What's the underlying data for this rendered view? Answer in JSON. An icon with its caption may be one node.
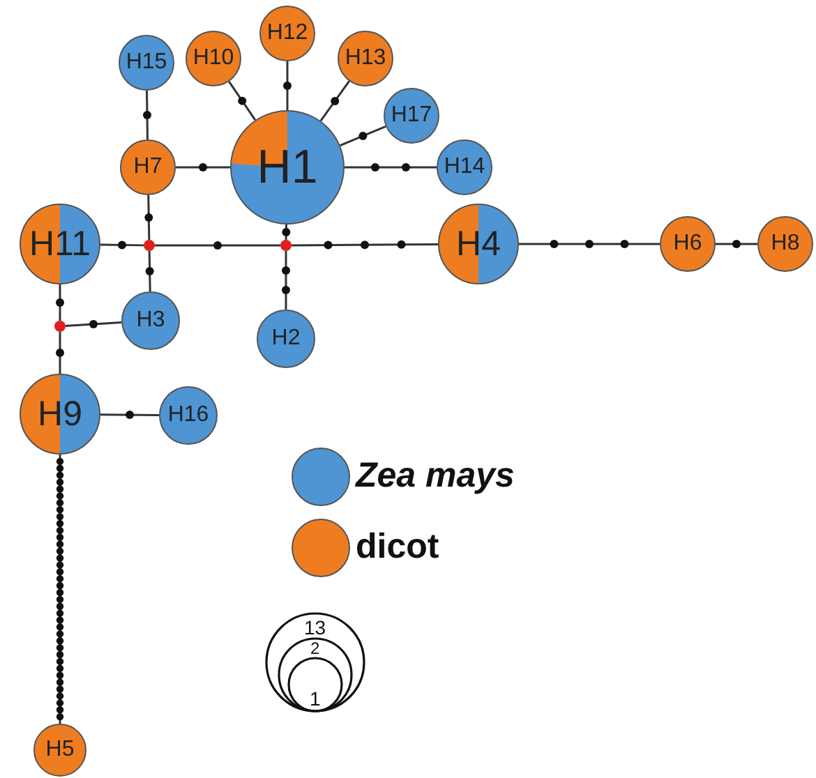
{
  "diagram": {
    "nodes": [
      {
        "text": [
          "H12"
        ]
      },
      {
        "text": [
          "H10"
        ]
      },
      {
        "text": [
          "H13"
        ]
      },
      {
        "text": [
          "H15"
        ]
      },
      {
        "text": [
          "H17"
        ]
      },
      {
        "text": [
          "H1"
        ]
      },
      {
        "text": [
          "H7"
        ]
      },
      {
        "text": [
          "H14"
        ]
      },
      {
        "text": [
          "H11"
        ]
      },
      {
        "text": [],
        "shape": "circle"
      },
      {
        "text": [],
        "shape": "circle"
      },
      {
        "text": [
          "H4"
        ]
      },
      {
        "text": [
          "H6"
        ]
      },
      {
        "text": [
          "H8"
        ]
      },
      {
        "text": [
          "H3"
        ]
      },
      {
        "text": [],
        "shape": "circle"
      },
      {
        "text": [
          "H2"
        ]
      },
      {
        "text": [
          "H9"
        ]
      },
      {
        "text": [
          "H16"
        ]
      },
      {
        "text": [
          "H5"
        ]
      }
    ],
    "edges": [
      {
        "from": 5,
        "to": 0,
        "arrow": "none"
      },
      {
        "from": 5,
        "to": 1,
        "arrow": "none"
      },
      {
        "from": 5,
        "to": 2,
        "arrow": "none"
      },
      {
        "from": 5,
        "to": 4,
        "arrow": "none"
      },
      {
        "from": 5,
        "to": 7,
        "arrow": "none"
      },
      {
        "from": 5,
        "to": 6,
        "arrow": "none"
      },
      {
        "from": 3,
        "to": 6,
        "arrow": "none"
      },
      {
        "from": 5,
        "to": 10,
        "arrow": "none"
      },
      {
        "from": 10,
        "to": 16,
        "arrow": "none"
      },
      {
        "from": 10,
        "to": 11,
        "arrow": "none"
      },
      {
        "from": 9,
        "to": 10,
        "arrow": "none"
      },
      {
        "from": 6,
        "to": 9,
        "arrow": "none"
      },
      {
        "from": 8,
        "to": 9,
        "arrow": "none"
      },
      {
        "from": 9,
        "to": 14,
        "arrow": "none"
      },
      {
        "from": 8,
        "to": 15,
        "arrow": "none"
      },
      {
        "from": 15,
        "to": 14,
        "arrow": "none"
      },
      {
        "from": 15,
        "to": 17,
        "arrow": "none"
      },
      {
        "from": 17,
        "to": 18,
        "arrow": "none"
      },
      {
        "from": 17,
        "to": 19,
        "arrow": "none"
      },
      {
        "from": 11,
        "to": 12,
        "arrow": "none"
      },
      {
        "from": 12,
        "to": 13,
        "arrow": "none"
      }
    ],
    "labels": [
      "13",
      "2",
      "1"
    ],
    "legend": [
      {
        "text": "Zea mays",
        "color": "#4f95d3"
      },
      {
        "text": "dicot",
        "color": "#ee7d22"
      }
    ]
  }
}
